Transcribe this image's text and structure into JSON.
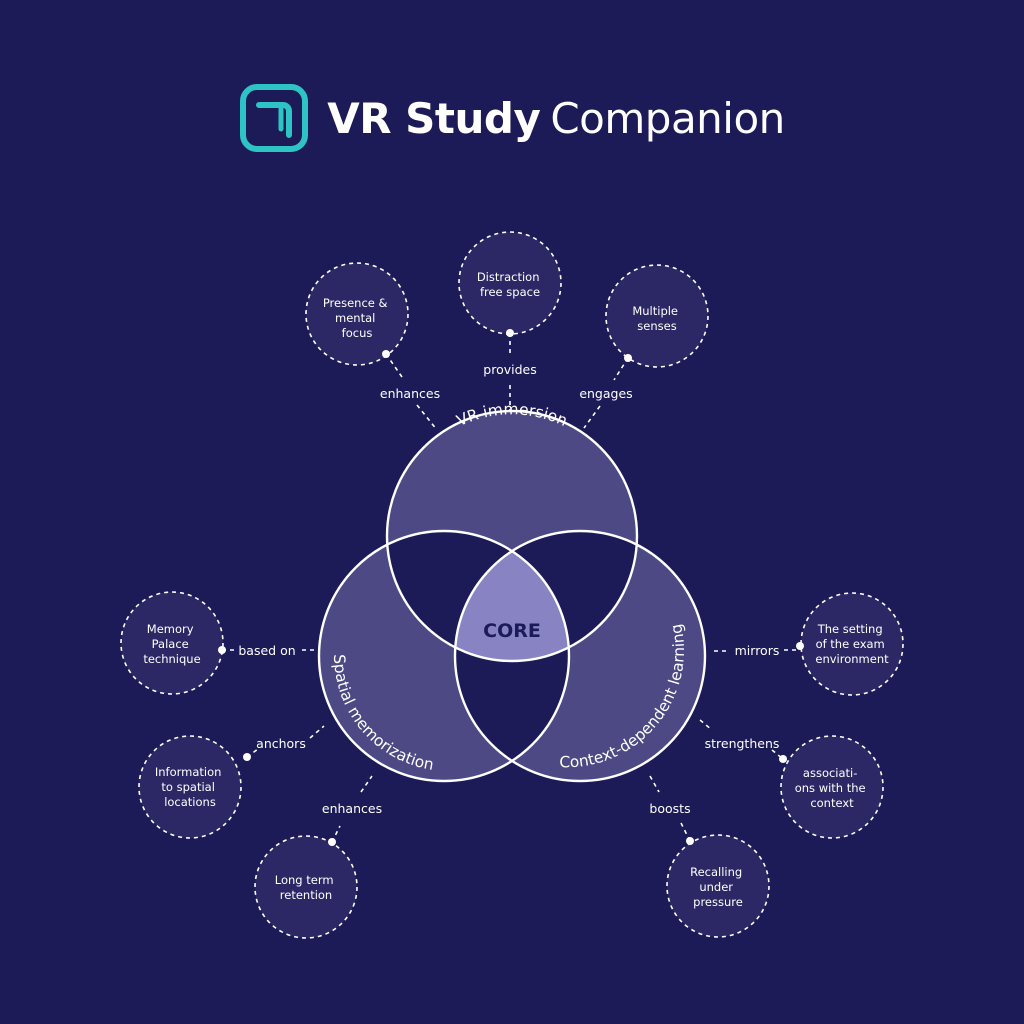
{
  "brand": {
    "title_bold": "VR Study",
    "title_light": "Companion",
    "accent_color": "#2ec4c6",
    "logo_icon": "cube-icon"
  },
  "colors": {
    "background": "#1c1a57",
    "circle_fill": "#4c4985",
    "core_fill": "#8884c4",
    "node_fill": "#2b2865"
  },
  "venn": {
    "vr_immersion": "VR immersion",
    "spatial_memorization": "Spatial memorization",
    "context_learning": "Context-dependent learning",
    "core": "CORE"
  },
  "nodes": {
    "presence": [
      "Presence &",
      "mental",
      "focus"
    ],
    "distraction": [
      "Distraction",
      "free space"
    ],
    "senses": [
      "Multiple",
      "senses"
    ],
    "memory_palace": [
      "Memory",
      "Palace",
      "technique"
    ],
    "spatial_info": [
      "Information",
      "to spatial",
      "locations"
    ],
    "long_term": [
      "Long term",
      "retention"
    ],
    "exam_env": [
      "The setting",
      "of the exam",
      "environment"
    ],
    "associations": [
      "associati-",
      "ons with the",
      "context"
    ],
    "recalling": [
      "Recalling",
      "under",
      "pressure"
    ]
  },
  "edges": {
    "presence": "enhances",
    "distraction": "provides",
    "senses": "engages",
    "memory_palace": "based on",
    "spatial_info": "anchors",
    "long_term": "enhances",
    "exam_env": "mirrors",
    "associations": "strengthens",
    "recalling": "boosts"
  }
}
